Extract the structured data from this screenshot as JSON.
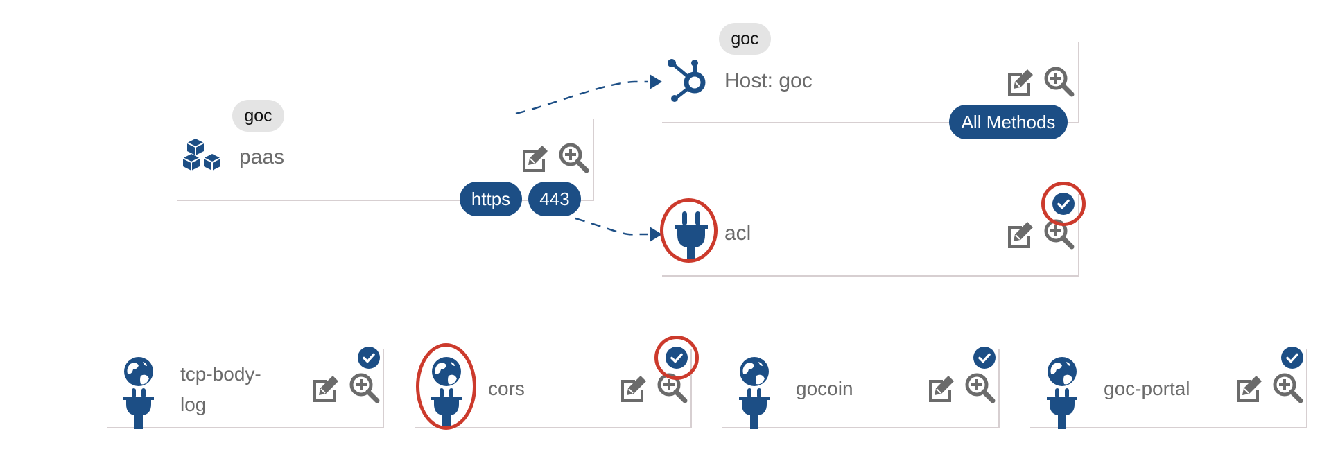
{
  "colors": {
    "primary": "#1c4e85",
    "icon_gray": "#6b6b6b",
    "tag_bg": "#e4e4e4",
    "highlight_ring": "#cc3a2c",
    "card_border": "#d7cfd1"
  },
  "service": {
    "tag": "goc",
    "name": "paas",
    "icon": "cubes-icon",
    "protocol": "https",
    "port": "443"
  },
  "route": {
    "tag": "goc",
    "label": "Host: goc",
    "icon": "hubspot-route-icon",
    "methods": "All Methods"
  },
  "service_plugin": {
    "name": "acl",
    "icon": "plug-icon",
    "enabled": true
  },
  "global_plugins": [
    {
      "name": "tcp-body-log",
      "icon": "globe-plug-icon",
      "enabled": true
    },
    {
      "name": "cors",
      "icon": "globe-plug-icon",
      "enabled": true
    },
    {
      "name": "gocoin",
      "icon": "globe-plug-icon",
      "enabled": true
    },
    {
      "name": "goc-portal",
      "icon": "globe-plug-icon",
      "enabled": true
    }
  ],
  "actions": {
    "edit_icon": "edit-icon",
    "zoom_icon": "zoom-in-icon",
    "check_icon": "check-circle-icon"
  }
}
